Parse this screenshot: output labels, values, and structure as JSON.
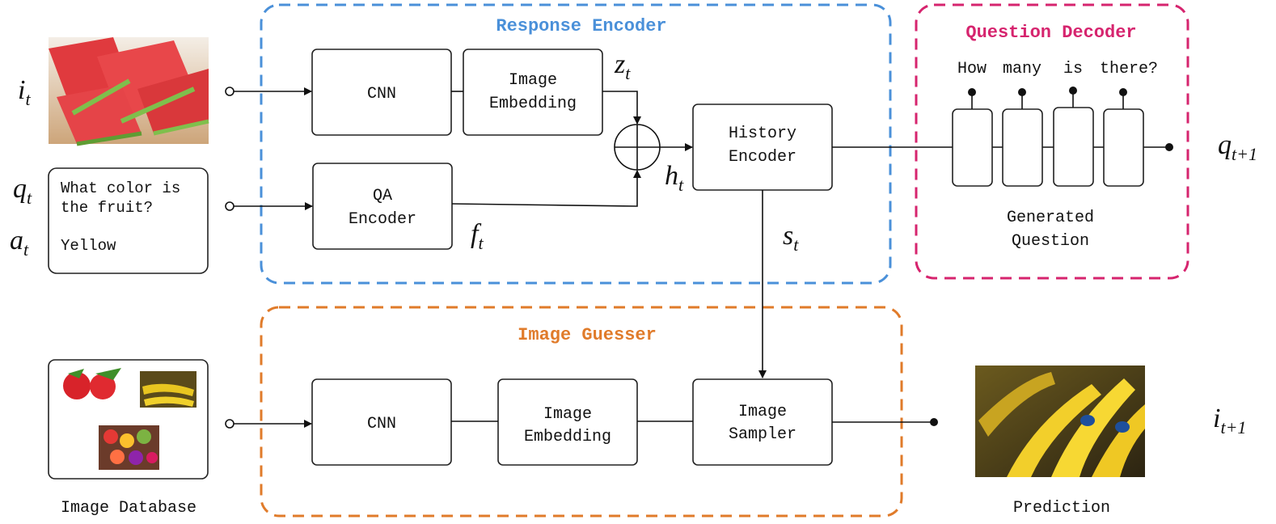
{
  "colors": {
    "response_encoder": "#4a90d9",
    "question_decoder": "#d6246e",
    "image_guesser": "#e07b2a",
    "stroke": "#222222"
  },
  "groups": {
    "response_encoder": "Response Encoder",
    "question_decoder": "Question Decoder",
    "image_guesser": "Image Guesser"
  },
  "boxes": {
    "cnn_top": "CNN",
    "image_embedding_top_1": "Image",
    "image_embedding_top_2": "Embedding",
    "qa_encoder_1": "QA",
    "qa_encoder_2": "Encoder",
    "history_encoder_1": "History",
    "history_encoder_2": "Encoder",
    "cnn_bottom": "CNN",
    "image_embedding_bottom_1": "Image",
    "image_embedding_bottom_2": "Embedding",
    "image_sampler_1": "Image",
    "image_sampler_2": "Sampler"
  },
  "dialog": {
    "question_line_1": "What color is",
    "question_line_2": "the fruit?",
    "answer": "Yellow"
  },
  "decoder": {
    "words": [
      "How",
      "many",
      "is",
      "there?"
    ],
    "caption_1": "Generated",
    "caption_2": "Question"
  },
  "symbols": {
    "i": "i",
    "i_sub": "t",
    "q": "q",
    "q_sub": "t",
    "a": "a",
    "a_sub": "t",
    "z": "z",
    "z_sub": "t",
    "h": "h",
    "h_sub": "t",
    "f": "f",
    "f_sub": "t",
    "s": "s",
    "s_sub": "t",
    "q_next": "q",
    "q_next_sub": "t+1",
    "i_next": "i",
    "i_next_sub": "t+1"
  },
  "captions": {
    "image_database": "Image Database",
    "prediction": "Prediction"
  },
  "icons": [
    "watermelon-photo",
    "strawberry-photo",
    "banana-photo",
    "mixed-fruit-photo",
    "banana-prediction-photo",
    "sum-node-icon"
  ]
}
